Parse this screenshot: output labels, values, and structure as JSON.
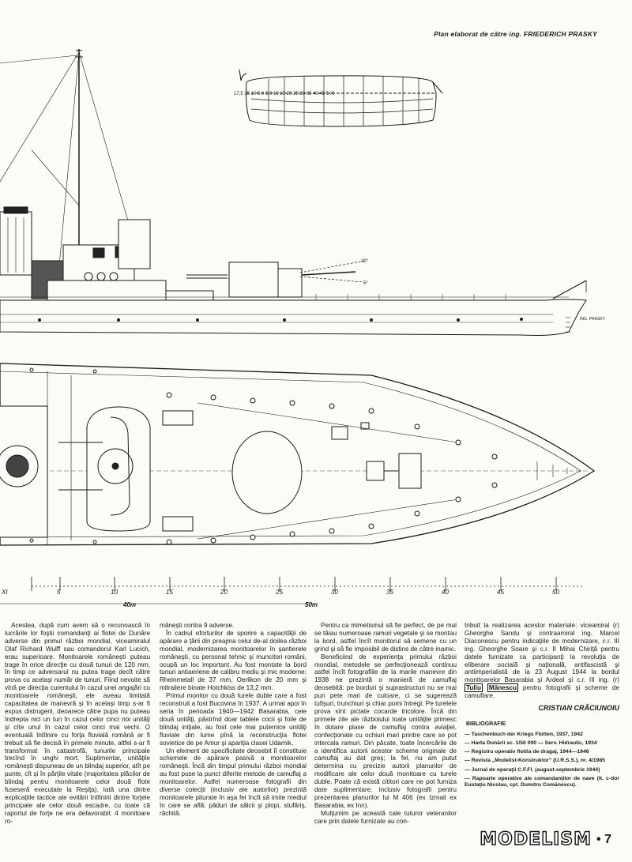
{
  "header": {
    "credit": "Plan elaborat de către ing. FRIEDERICH PRASKY"
  },
  "drawing": {
    "signature": "ING. PRASKY",
    "section_stations": [
      "17,5",
      "15",
      "10",
      "5",
      "0",
      "5,0",
      "10",
      "15",
      "20",
      "25",
      "30",
      "35",
      "40",
      "45",
      "5",
      "XI"
    ],
    "scale_marks": [
      "XI",
      "5",
      "10",
      "15",
      "20",
      "25",
      "30",
      "35",
      "40",
      "45",
      "50"
    ],
    "scale_label_a": "40m",
    "scale_label_b": "50m",
    "angle_high": "20°",
    "angle_low": "5°"
  },
  "article": {
    "col1": [
      "Acestea, după cum avem să o recunoască în lucrările lor foştii comandanţi ai flotei de Dunăre adverse din primul război mondial, viceamiralul Olaf Richard Wulff sau comandorul Karl Lucich, erau superioare. Monitoarele româneşti puteau trage în orice direcţie cu două tunuri de 120 mm, în timp ce adversarul nu putea trage decît către prova cu acelaşi număr de tunuri. Fiind nevoite să vină pe direcţia curentului în cazul unei angajări cu monitoarele româneşti, ele aveau limitată capacitatea de manevră şi în acelaşi timp s-ar fi expus distrugerii, deoarece către pupa nu puteau îndrepta nici un tun în cazul celor cinci noi unităţi şi cîte unul în cazul celor cinci mai vechi. O eventuală întîlnire cu forţa fluvială română ar fi trebuit să fie decisă în primele minute, altfel s-ar fi transformat în catastrofă, tunurile principale trecînd în unghi mort. Suplimentar, unităţile româneşti dispuneau de un blindaj superior, atît pe punte, cît şi în părţile vitale (majoritatea plăcilor de blindaj pentru monitoarele celor două flote fuseseră executate la Reşiţa). Iată una dintre explicaţiile tactice ale evitării întîlnirii dintre forţele principale ale celor două escadre, cu toate că raportul de forţe ne era defavorabil: 4 monitoare ro-"
    ],
    "col2": [
      "mâneşti contra 9 adverse.",
      "În cadrul eforturilor de sporire a capacităţii de apărare a ţării din preajma celui de-al doilea război mondial, modernizarea monitoarelor în şantierele româneşti, cu personal tehnic şi muncitori români, ocupă un loc important. Au fost montate la bord tunuri antiaeriene de calibru mediu şi mic moderne: Rheinmetall de 37 mm, Oerlikon de 20 mm şi mitraliere binate Hotchkiss de 13,2 mm.",
      "Primul monitor cu două turele duble care a fost reconstruit a fost Bucovina în 1937. A urmat apoi în seria în perioada 1940—1942 Basarabia, cele două unităţi, păstrînd doar tablele cocii şi foile de blindaj iniţiale, au fost cele mai puternice unităţi fluviale din lume pînă la reconstrucţia flotei sovietice de pe Amur şi apariţia clasei Udarnik.",
      "Un element de specificitate deosebit îl constituie schemele de apărare pasivă a monitoarelor româneşti. Încă din timpul primului război mondial au fost puse la punct diferite metode de camuflaj a monitoarelor. Astfel numeroase fotografii din diverse colecţii (inclusiv ale autorilor) prezintă monitoarele piturate în aşa fel încît să imite mediul în care se află: păduri de sălcii şi plopi, stufăriş, răchită."
    ],
    "col3": [
      "Pentru ca mimetismul să fie perfect, de pe mal se tăiau numeroase ramuri vegetale şi se montau la bord, astfel încît monitorul să semene cu un grind şi să fie imposibil de distins de către inamic.",
      "Beneficiind de experienţa primului război mondial, metodele se perfecţionează continuu astfel încît fotografiile de la marile manevre din 1938 ne prezintă o manieră de camuflaj deosebită: pe borduri şi suprastructuri nu se mai pun pete mari de culoare, ci se sugerează tufişuri, trunchiuri şi chiar pomi întregi. Pe turelele prova sînt pictate cocarde tricolore. Încă din primele zile ale războiului toate unităţile primesc în dotare plase de camuflaj contra aviaţiei, confecţionate cu ochiuri mari printre care se pot intercala ramuri. Din păcate, toate încercările de a identifica autorii acestor scheme originale de camuflaj au dat greş; la fel, nu am putut determina cu precizie autorii planurilor de modificare ale celor două monitoare cu turele duble. Poate că există cititori care ne pot furniza date suplimentare, inclusiv fotografii pentru prezentarea planurilor lui M 406 (ex Izmail ex Basarabia, ex Inn).",
      "Mulţumim pe această cale tuturor veteranilor care prin datele furnizate au con-"
    ],
    "col4_a": "tribuit la realizarea acestor materiale: viceamiral (r) Gheorghe Sandu şi contraamiral ing. Marcel Diaconescu pentru indicaţiile de modernizare, c.r. III ing. Gheorghe Soare şi c.r. II Mihai Chiriţă pentru datele furnizate ca participanţi la revoluţia de eliberare socială şi naţională, antifascistă şi antiimperialistă de la 23 August 1944 la bordul monitoarelor Basarabia şi Ardeal şi c.r. III ing. (r)",
    "col4_box1": "Tuliu",
    "col4_box2": "Mănescu",
    "col4_b": " pentru fotografii şi scheme de camuflare.",
    "author": "CRISTIAN CRĂCIUNOIU",
    "biblio_title": "BIBLIOGRAFIE",
    "biblio": [
      "— Taschenbuch der Kriegs Flotten, 1937, 1942",
      "— Harta Dunării sc. 1/50 000 — Serv. Hidraulic, 1934",
      "— Registru operativ flotila de dragaj, 1944—1946",
      "— Revista „Modelist-Konstruktor” (U.R.S.S.), nr. 4/1985",
      "— Jurnal de operaţii C.F.Fl. (august-septembrie 1944)",
      "— Rapoarte operative ale comandanţilor de nave (lt. c-dor Eustaţiu Nicolau, cpt. Dumitru Comănescu)."
    ]
  },
  "footer": {
    "magazine": "MODELISM",
    "page": "• 7"
  }
}
